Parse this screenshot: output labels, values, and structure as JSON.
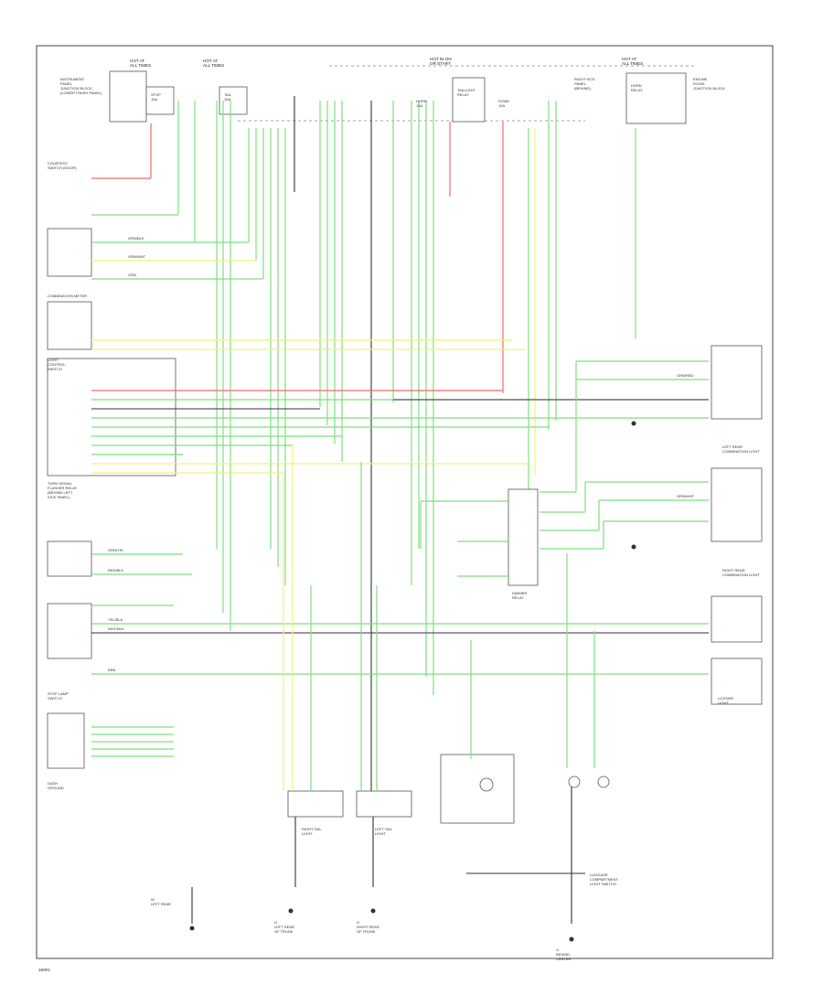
{
  "footer_code": "16001",
  "labels": {
    "hot_at_all_times_1": "HOT AT\nALL TIMES",
    "hot_at_all_times_2": "HOT AT\nALL TIMES",
    "hot_in_on": "HOT IN ON\nOR START",
    "hot_at_all_times_3": "HOT AT\nALL TIMES",
    "instrument_panel_junction": "INSTRUMENT\nPANEL\nJUNCTION BLOCK\n(LOWER FINISH PANEL)",
    "engine_room_relay": "ENGINE\nROOM\nJUNCTION BLOCK",
    "right_kick_panel": "RIGHT KICK\nPANEL\n(BEHIND)",
    "courtesy_sw": "COURTESY\nSWITCH (DOOR)",
    "light_control_sw": "LIGHT\nCONTROL\nSWITCH",
    "combination_meter": "COMBINATION METER",
    "chassis_ground": "DASH\nGROUND",
    "turn_signal_flasher": "TURN SIGNAL\nFLASHER RELAY\n(BEHIND LEFT\nKICK PANEL)",
    "left_tail": "LEFT TAIL\nLIGHT",
    "right_tail": "RIGHT TAIL\nLIGHT",
    "left_tail_ground": "LEFT REAR\nCOMBINATION LIGHT",
    "right_tail_ground": "RIGHT REAR\nCOMBINATION LIGHT",
    "stop_lamp_sw": "STOP LAMP\nSWITCH",
    "luggage_sw": "LUGGAGE\nCOMPARTMENT\nLIGHT SWITCH",
    "license_light": "LICENSE\nLIGHT",
    "g_ground_left": "G\nLEFT REAR\nOF TRUNK",
    "g_ground_right": "G\nRIGHT REAR\nOF TRUNK",
    "g_ground_center": "G\nBEHIND\nCENTER",
    "w_ground": "W\nLEFT REAR"
  },
  "fuses": [
    "STOP\n15A",
    "TAIL\n15A",
    "HORN\n10A",
    "DOME\n10A"
  ],
  "relays": [
    "TAILLIGHT\nRELAY",
    "HORN\nRELAY",
    "DIMMER\nRELAY"
  ],
  "wire_codes": [
    "GRN/BLK",
    "GRN/WHT",
    "GRN",
    "GRN/YEL",
    "RED/BLK",
    "YEL/BLK",
    "WHT/BLK",
    "BRN",
    "GRN/RED",
    "GRN/WHT"
  ],
  "colors": {
    "green": "#7ee07e",
    "yellow": "#f4f07a",
    "red": "#f26a6a",
    "black": "#333333"
  }
}
